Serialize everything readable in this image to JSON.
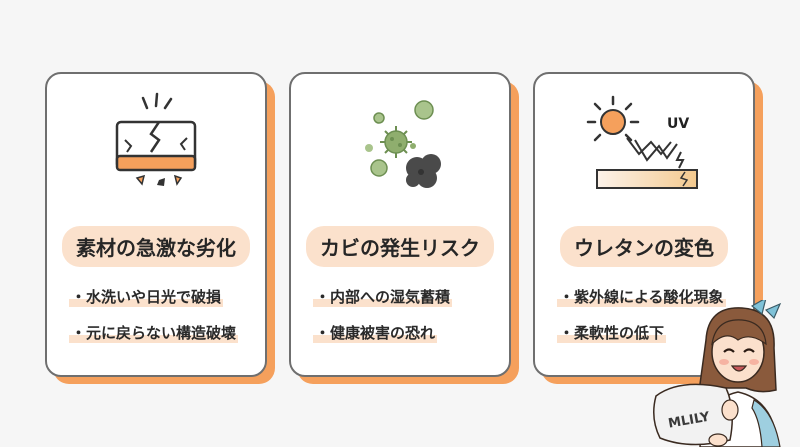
{
  "cards": [
    {
      "title": "素材の急激な劣化",
      "bullets": [
        "・水洗いや日光で破損",
        "・元に戻らない構造破壊"
      ]
    },
    {
      "title": "カビの発生リスク",
      "bullets": [
        "・内部への湿気蓄積",
        "・健康被害の恐れ"
      ]
    },
    {
      "title": "ウレタンの変色",
      "uv_label": "UV",
      "bullets": [
        "・紫外線による酸化現象",
        "・柔軟性の低下"
      ]
    }
  ],
  "mascot": {
    "pillow_text": "MLILY"
  },
  "colors": {
    "accent": "#f5a05c",
    "pill": "#fbe1cc",
    "border": "#6f6f6f",
    "mold_green": "#8fae6e"
  }
}
